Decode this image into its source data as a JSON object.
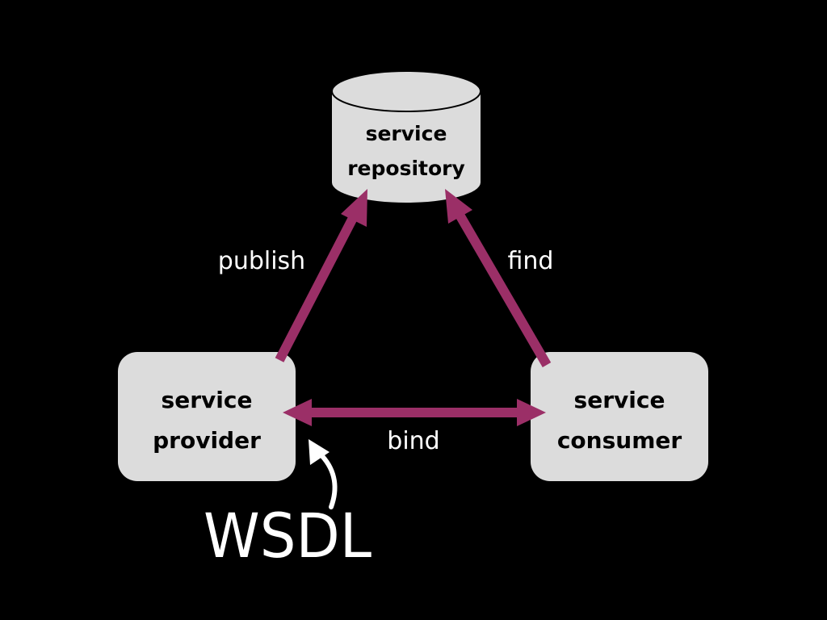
{
  "colors": {
    "background": "#000000",
    "node_fill": "#dcdcdc",
    "arrow": "#9b2f67",
    "label": "#ffffff",
    "wsdl_pointer": "#ffffff"
  },
  "nodes": {
    "repository": {
      "line1": "service",
      "line2": "repository",
      "shape": "cylinder"
    },
    "provider": {
      "line1": "service",
      "line2": "provider",
      "shape": "rounded-rectangle"
    },
    "consumer": {
      "line1": "service",
      "line2": "consumer",
      "shape": "rounded-rectangle"
    }
  },
  "edges": {
    "publish": {
      "label": "publish",
      "from": "service provider",
      "to": "service repository"
    },
    "find": {
      "label": "find",
      "from": "service consumer",
      "to": "service repository"
    },
    "bind": {
      "label": "bind",
      "from": "service provider",
      "to": "service consumer",
      "bidirectional": true
    }
  },
  "annotation": {
    "label": "WSDL",
    "pointer_icon": "curved-arrow-icon"
  }
}
